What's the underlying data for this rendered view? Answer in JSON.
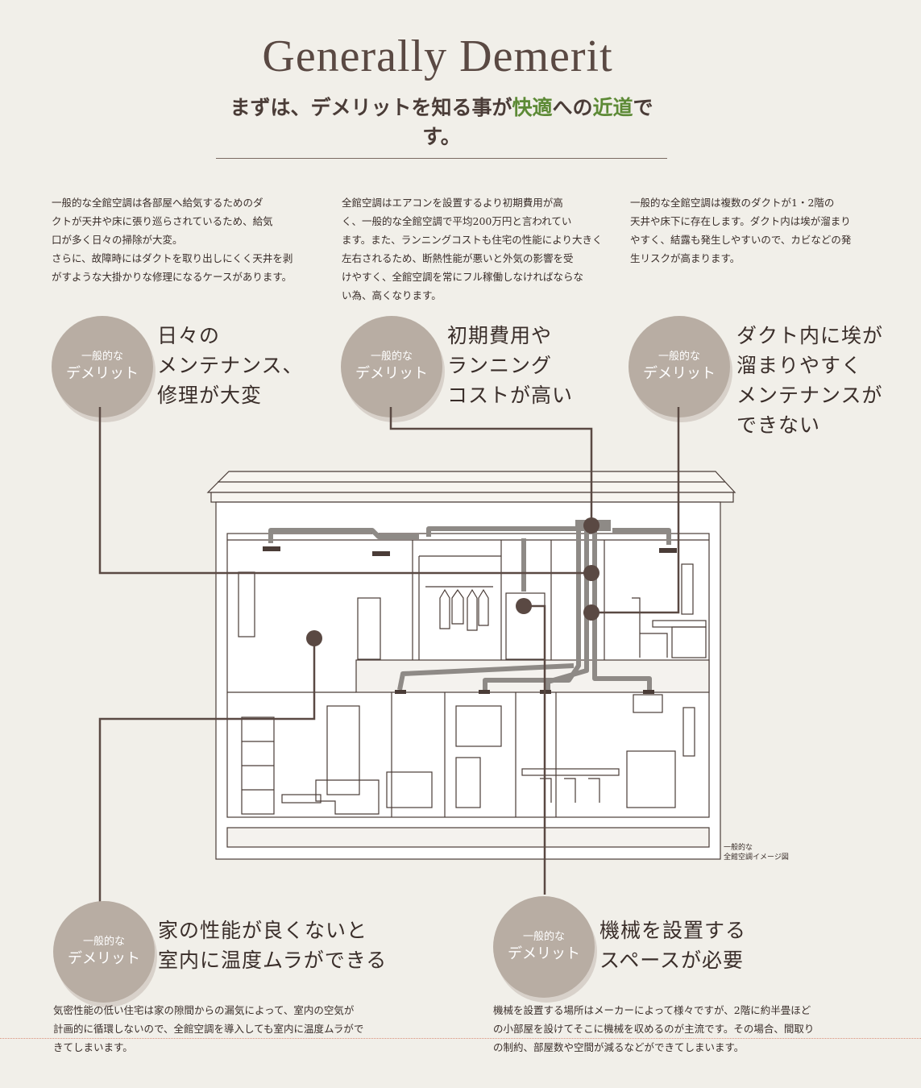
{
  "title": "Generally Demerit",
  "subtitle": {
    "prefix": "まずは、デメリットを知る事が",
    "accent1": "快適",
    "middle": "への",
    "accent2": "近道",
    "suffix": "です。"
  },
  "badge": {
    "line1": "一般的な",
    "line2": "デメリット"
  },
  "colors": {
    "background": "#f1efe9",
    "badge": "#b8ada3",
    "accent_green": "#5d8a36",
    "line_brown": "#5a4943"
  },
  "demerits": [
    {
      "description": [
        "一般的な全館空調は各部屋へ給気するためのダ",
        "クトが天井や床に張り巡らされているため、給気",
        "口が多く日々の掃除が大変。",
        "さらに、故障時にはダクトを取り出しにくく天井を剥",
        "がすような大掛かりな修理になるケースがあります。"
      ],
      "headline": [
        "日々の",
        "メンテナンス、",
        "修理が大変"
      ]
    },
    {
      "description": [
        "全館空調はエアコンを設置するより初期費用が高",
        "く、一般的な全館空調で平均200万円と言われてい",
        "ます。また、ランニングコストも住宅の性能により大きく",
        "左右されるため、断熱性能が悪いと外気の影響を受",
        "けやすく、全館空調を常にフル稼働しなければならな",
        "い為、高くなります。"
      ],
      "headline": [
        "初期費用や",
        "ランニング",
        "コストが高い"
      ]
    },
    {
      "description": [
        "一般的な全館空調は複数のダクトが1・2階の",
        "天井や床下に存在します。ダクト内は埃が溜まり",
        "やすく、結露も発生しやすいので、カビなどの発",
        "生リスクが高まります。"
      ],
      "headline": [
        "ダクト内に埃が",
        "溜まりやすく",
        "メンテナンスが",
        "できない"
      ]
    },
    {
      "headline": [
        "家の性能が良くないと",
        "室内に温度ムラができる"
      ],
      "description": [
        "気密性能の低い住宅は家の隙間からの漏気によって、室内の空気が",
        "計画的に循環しないので、全館空調を導入しても室内に温度ムラがで",
        "きてしまいます。"
      ]
    },
    {
      "headline": [
        "機械を設置する",
        "スペースが必要"
      ],
      "description": [
        "機械を設置する場所はメーカーによって様々ですが、2階に約半畳ほど",
        "の小部屋を設けてそこに機械を収めるのが主流です。その場合、間取り",
        "の制約、部屋数や空間が減るなどができてしまいます。"
      ]
    }
  ],
  "diagram_caption": [
    "一般的な",
    "全館空調イメージ図"
  ]
}
